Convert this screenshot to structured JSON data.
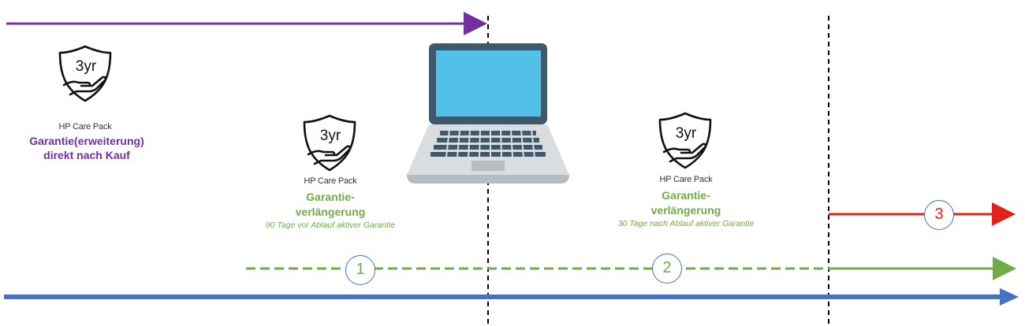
{
  "colors": {
    "purple": "#7030a0",
    "green": "#70ad47",
    "blue": "#4472c4",
    "red": "#e3211b",
    "black": "#000000",
    "laptop_frame": "#3d5a6c",
    "laptop_screen": "#53c0ea"
  },
  "icons": [
    "shield-hand-3yr-icon",
    "laptop-icon"
  ],
  "badge_text": "3yr",
  "block_left": {
    "caption": "HP Care Pack",
    "title_line1": "Garantie(erweiterung)",
    "title_line2": "direkt nach Kauf"
  },
  "block_middle": {
    "caption": "HP Care Pack",
    "title_line1": "Garantie-",
    "title_line2": "verlängerung",
    "subtitle": "90 Tage vor Ablauf aktiver Garantie"
  },
  "block_right": {
    "caption": "HP Care Pack",
    "title_line1": "Garantie-",
    "title_line2": "verlängerung",
    "subtitle": "30 Tage nach Ablauf aktiver Garantie"
  },
  "markers": {
    "m1": "1",
    "m2": "2",
    "m3": "3"
  }
}
